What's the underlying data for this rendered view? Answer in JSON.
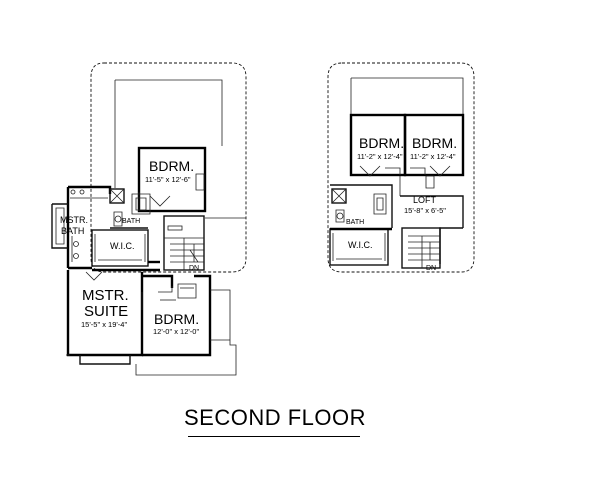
{
  "title": "SECOND FLOOR",
  "plan_left": {
    "bedroom_top": {
      "label": "BDRM.",
      "dims": "11'-5\" x 12'-6\""
    },
    "master_bath": {
      "label_1": "MSTR.",
      "label_2": "BATH"
    },
    "bath": {
      "label": "BATH"
    },
    "wic": {
      "label": "W.I.C."
    },
    "master_suite": {
      "label_1": "MSTR.",
      "label_2": "SUITE",
      "dims": "15'-5\" x 19'-4\""
    },
    "bedroom_bottom": {
      "label": "BDRM.",
      "dims": "12'-0\" x 12'-0\""
    },
    "stair": {
      "label": "DN"
    }
  },
  "plan_right": {
    "bedroom_left": {
      "label": "BDRM.",
      "dims": "11'-2\" x 12'-4\""
    },
    "bedroom_right": {
      "label": "BDRM.",
      "dims": "11'-2\" x 12'-4\""
    },
    "bath": {
      "label": "BATH"
    },
    "loft": {
      "label": "LOFT",
      "dims": "15'-8\" x 6'-5\""
    },
    "wic": {
      "label": "W.I.C."
    },
    "stair": {
      "label": "DN"
    }
  }
}
